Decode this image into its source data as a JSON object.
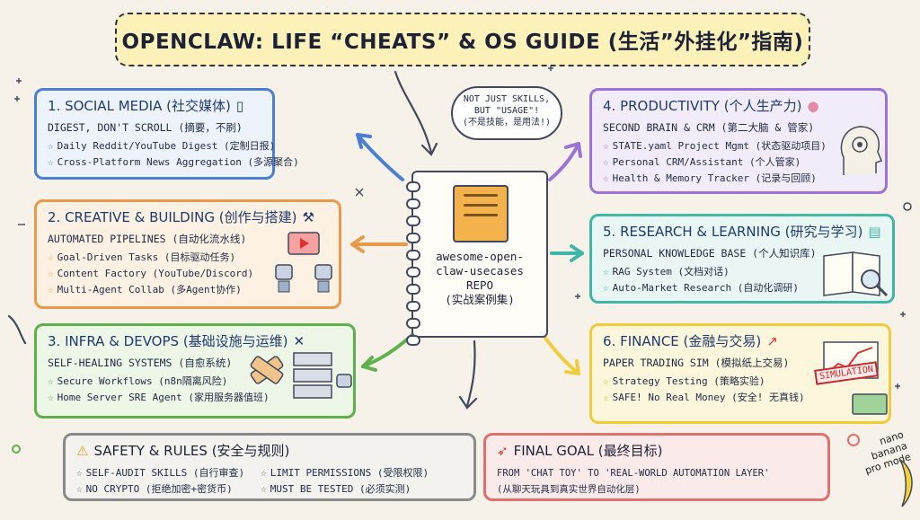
{
  "title": "OPENCLAW: LIFE “CHEATS” & OS GUIDE (生活”外挂化”指南)",
  "bubble": [
    "NOT JUST SKILLS,",
    "BUT \"USAGE\"!",
    "(不是技能，是用法!)"
  ],
  "center": {
    "lines": [
      "awesome-open-",
      "claw-usecases",
      "REPO",
      "(实战案例集)"
    ]
  },
  "boxes": {
    "social": {
      "head": "1. SOCIAL MEDIA (社交媒体)",
      "icon": "phone-icon",
      "sub": "DIGEST, DON'T SCROLL (摘要，不刷)",
      "items": [
        "Daily Reddit/YouTube Digest (定制日报)",
        "Cross-Platform News Aggregation (多源聚合)"
      ]
    },
    "creative": {
      "head": "2. CREATIVE & BUILDING (创作与搭建)",
      "icon": "crane-icon",
      "sub": "AUTOMATED PIPELINES (自动化流水线)",
      "items": [
        "Goal-Driven Tasks (目标驱动任务)",
        "Content Factory (YouTube/Discord)",
        "Multi-Agent Collab (多Agent协作)"
      ]
    },
    "infra": {
      "head": "3. INFRA & DEVOPS (基础设施与运维)",
      "icon": "tools-icon",
      "sub": "SELF-HEALING SYSTEMS (自愈系统)",
      "items": [
        "Secure Workflows (n8n隔离风险)",
        "Home Server SRE Agent (家用服务器值班)"
      ]
    },
    "productivity": {
      "head": "4. PRODUCTIVITY (个人生产力)",
      "icon": "brain-icon",
      "sub": "SECOND BRAIN & CRM (第二大脑 & 管家)",
      "items": [
        "STATE.yaml Project Mgmt (状态驱动项目)",
        "Personal CRM/Assistant (个人管家)",
        "Health & Memory Tracker (记录与回顾)"
      ]
    },
    "research": {
      "head": "5. RESEARCH & LEARNING (研究与学习)",
      "icon": "books-icon",
      "sub": "PERSONAL KNOWLEDGE BASE (个人知识库)",
      "items": [
        "RAG System (文档对话)",
        "Auto-Market Research (自动化调研)"
      ]
    },
    "finance": {
      "head": "6. FINANCE (金融与交易)",
      "icon": "chart-icon",
      "sub": "PAPER TRADING SIM (模拟纸上交易)",
      "items": [
        "Strategy Testing (策略实验)",
        "SAFE! No Real Money (安全! 无真钱)"
      ],
      "stamp": "SIMULATION"
    },
    "safety": {
      "head": "SAFETY & RULES (安全与规则)",
      "items_left": [
        "SELF-AUDIT SKILLS (自行审查)",
        "NO CRYPTO (拒绝加密+密货币)"
      ],
      "items_right": [
        "LIMIT PERMISSIONS (受限权限)",
        "MUST BE TESTED (必须实测)"
      ]
    },
    "goal": {
      "head": "FINAL GOAL (最终目标)",
      "lines": [
        "FROM 'CHAT TOY' TO 'REAL-WORLD AUTOMATION LAYER'",
        "(从聊天玩具到真实世界自动化层)"
      ]
    }
  },
  "watermark": [
    "nano",
    "banana",
    "pro mode"
  ]
}
